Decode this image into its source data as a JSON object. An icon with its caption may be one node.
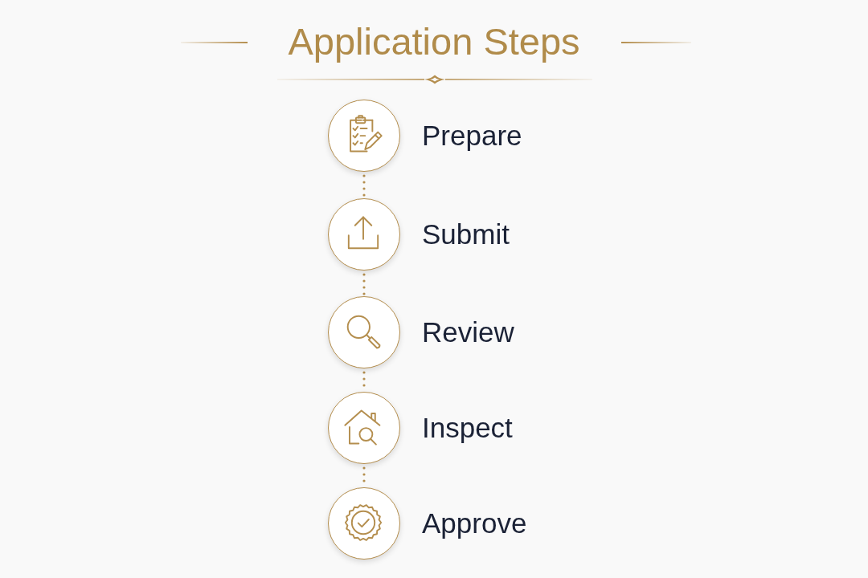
{
  "diagram": {
    "title": "Application Steps",
    "nodes": [
      {
        "text": [],
        "shape": "circle",
        "beside": [
          "Prepare"
        ]
      },
      {
        "text": [],
        "shape": "circle",
        "beside": [
          "Submit"
        ]
      },
      {
        "text": [],
        "shape": "circle",
        "beside": [
          "Review"
        ]
      },
      {
        "text": [],
        "shape": "circle",
        "beside": [
          "Inspect"
        ]
      },
      {
        "text": [],
        "shape": "circle",
        "beside": [
          "Approve"
        ]
      }
    ],
    "edges": [
      {
        "from": 0,
        "to": 1,
        "arrow": "none",
        "style": "dashed"
      },
      {
        "from": 1,
        "to": 2,
        "arrow": "none",
        "style": "dashed"
      },
      {
        "from": 2,
        "to": 3,
        "arrow": "none",
        "style": "dashed"
      },
      {
        "from": 3,
        "to": 4,
        "arrow": "none",
        "style": "dashed"
      }
    ]
  }
}
